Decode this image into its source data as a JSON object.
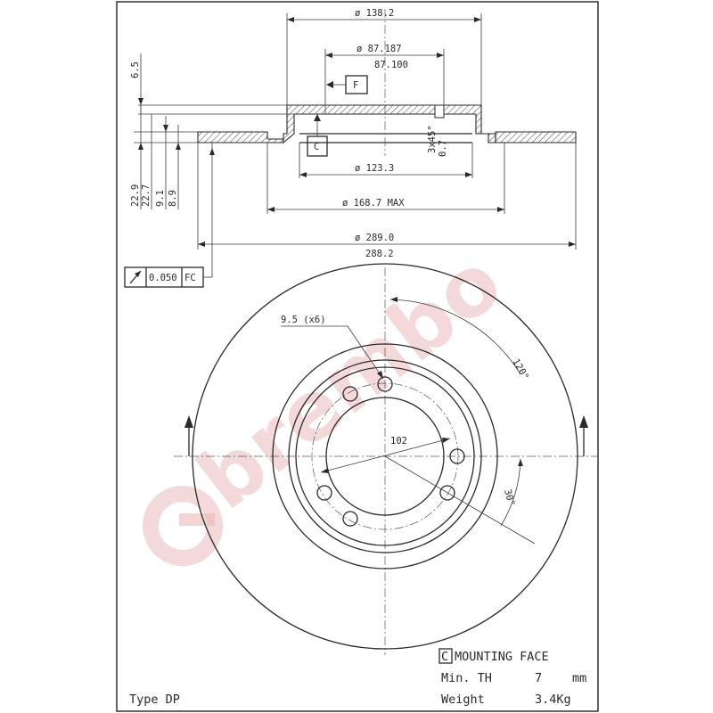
{
  "brand_watermark": "brembo",
  "section_view": {
    "dims": {
      "d_outer_hat": "ø 138.2",
      "d_pilot": "ø 87.187",
      "d_pilot_min": "87.100",
      "d_bore": "ø 123.3",
      "d_friction_inner": "ø 168.7 MAX",
      "d_disc": "ø 289.0",
      "d_disc_min": "288.2",
      "h_6_5": "6.5",
      "h_22_9": "22.9",
      "h_22_7": "22.7",
      "h_9_1": "9.1",
      "h_8_9": "8.9",
      "chamfer": "3x45°",
      "chamfer_2": "0.7"
    },
    "datum_f": "F",
    "datum_c": "C"
  },
  "tolerance_frame": {
    "symbol": "runout-icon",
    "value": "0.050",
    "datum": "FC"
  },
  "front_view": {
    "holes_label": "9.5 (x6)",
    "pcd_label": "102",
    "angle_120": "120°",
    "angle_30": "30°"
  },
  "notes": {
    "mounting_box": "C",
    "mounting_face": "MOUNTING FACE",
    "min_th_label": "Min. TH",
    "min_th_value": "7",
    "min_th_unit": "mm",
    "weight_label": "Weight",
    "weight_value": "3.4Kg",
    "type_label": "Type DP"
  }
}
